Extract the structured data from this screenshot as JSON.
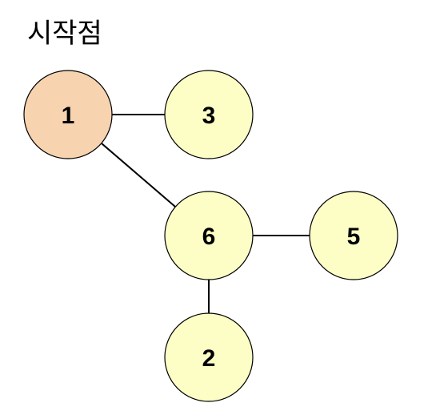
{
  "diagram": {
    "start_label": "시작점",
    "colors": {
      "start_fill": "#f7d3b0",
      "node_fill": "#fdfec6",
      "stroke": "#000000"
    },
    "nodes": [
      {
        "id": "1",
        "label": "1",
        "start": true
      },
      {
        "id": "3",
        "label": "3",
        "start": false
      },
      {
        "id": "6",
        "label": "6",
        "start": false
      },
      {
        "id": "5",
        "label": "5",
        "start": false
      },
      {
        "id": "2",
        "label": "2",
        "start": false
      }
    ],
    "edges": [
      {
        "from": "1",
        "to": "3"
      },
      {
        "from": "1",
        "to": "6"
      },
      {
        "from": "6",
        "to": "5"
      },
      {
        "from": "6",
        "to": "2"
      }
    ]
  }
}
